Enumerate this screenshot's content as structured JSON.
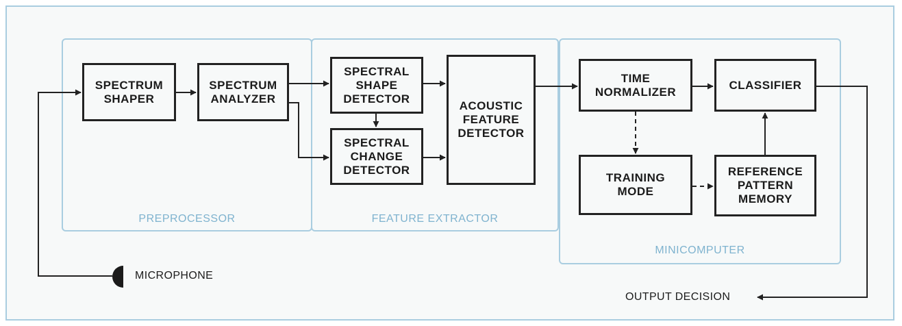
{
  "groups": {
    "preprocessor": "PREPROCESSOR",
    "feature_extractor": "FEATURE EXTRACTOR",
    "minicomputer": "MINICOMPUTER"
  },
  "blocks": {
    "spectrum_shaper": "SPECTRUM\nSHAPER",
    "spectrum_analyzer": "SPECTRUM\nANALYZER",
    "spectral_shape_detector": "SPECTRAL\nSHAPE\nDETECTOR",
    "spectral_change_detector": "SPECTRAL\nCHANGE\nDETECTOR",
    "acoustic_feature_detector": "ACOUSTIC\nFEATURE\nDETECTOR",
    "time_normalizer": "TIME\nNORMALIZER",
    "classifier": "CLASSIFIER",
    "training_mode": "TRAINING\nMODE",
    "reference_pattern_memory": "REFERENCE\nPATTERN\nMEMORY"
  },
  "external": {
    "microphone": "MICROPHONE",
    "output_decision": "OUTPUT DECISION"
  },
  "colors": {
    "frame_border": "#a9cde0",
    "group_label": "#7fb3cf",
    "ink": "#222222"
  }
}
